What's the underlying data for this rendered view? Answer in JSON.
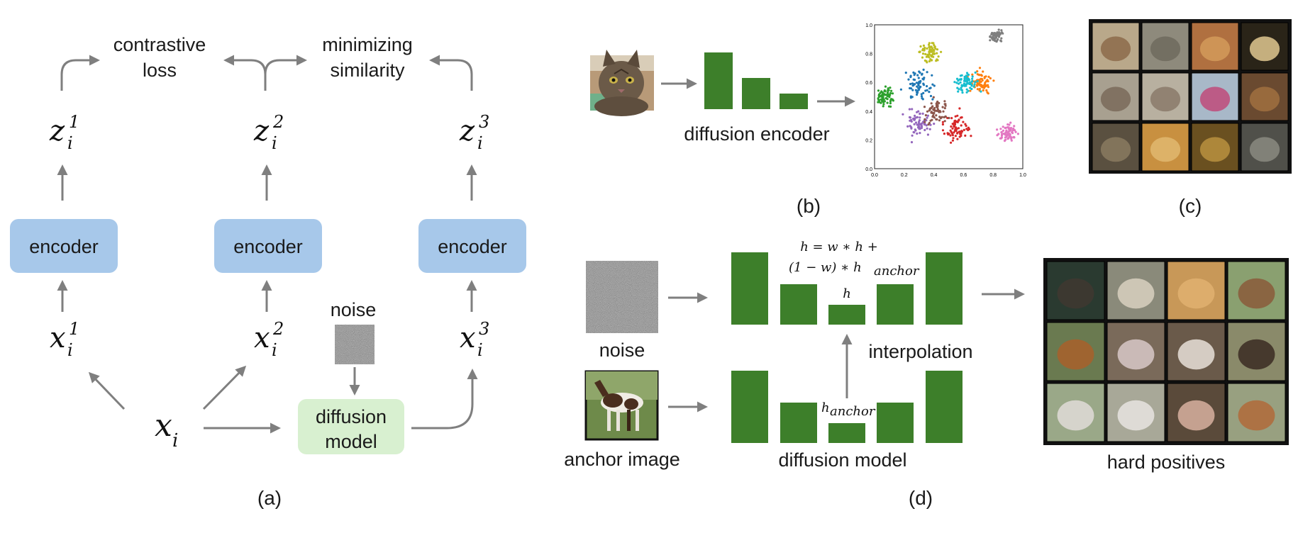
{
  "panel_a": {
    "caption": "(a)",
    "top_labels": {
      "contrastive_loss": [
        "contrastive",
        "loss"
      ],
      "minimizing_similarity": [
        "minimizing",
        "similarity"
      ]
    },
    "z_labels": [
      "z",
      "z",
      "z"
    ],
    "z_superscripts": [
      "1",
      "2",
      "3"
    ],
    "z_subscript": "i",
    "encoder_label": "encoder",
    "x_labels": [
      "x",
      "x",
      "x"
    ],
    "x_superscripts": [
      "1",
      "2",
      "3"
    ],
    "x_subscript": "i",
    "xi_label": "x",
    "xi_subscript": "i",
    "noise_label": "noise",
    "diffusion_model_label": [
      "diffusion",
      "model"
    ]
  },
  "panel_b": {
    "caption": "(b)",
    "encoder_label": "diffusion encoder",
    "input_image": "cat-photo",
    "tsne_x_ticks": [
      "0.0",
      "0.2",
      "0.4",
      "0.6",
      "0.8",
      "1.0"
    ],
    "tsne_y_ticks": [
      "0.0",
      "0.2",
      "0.4",
      "0.6",
      "0.8",
      "1.0"
    ],
    "cluster_colors": [
      "#1f77b4",
      "#ff7f0e",
      "#2ca02c",
      "#d62728",
      "#9467bd",
      "#8c564b",
      "#e377c2",
      "#7f7f7f",
      "#bcbd22",
      "#17becf"
    ]
  },
  "panel_c": {
    "caption": "(c)",
    "grid_image": "generated-samples-grid"
  },
  "panel_d": {
    "caption": "(d)",
    "noise_label": "noise",
    "anchor_label": "anchor image",
    "interpolation_label": "interpolation",
    "diffusion_model_label": "diffusion model",
    "hard_positives_label": "hard positives",
    "formula_line1": "h = w ∗ h +",
    "formula_line2": "(1 − w) ∗ h",
    "formula_line2_sub": "anchor",
    "h_label": "h",
    "h_anchor_label": "h",
    "h_anchor_sub": "anchor"
  },
  "colors": {
    "encoder": "#a7c8ea",
    "diffusion": "#d8f0d0",
    "bars": "#3d7f2a",
    "arrows": "#7f7f7f"
  }
}
